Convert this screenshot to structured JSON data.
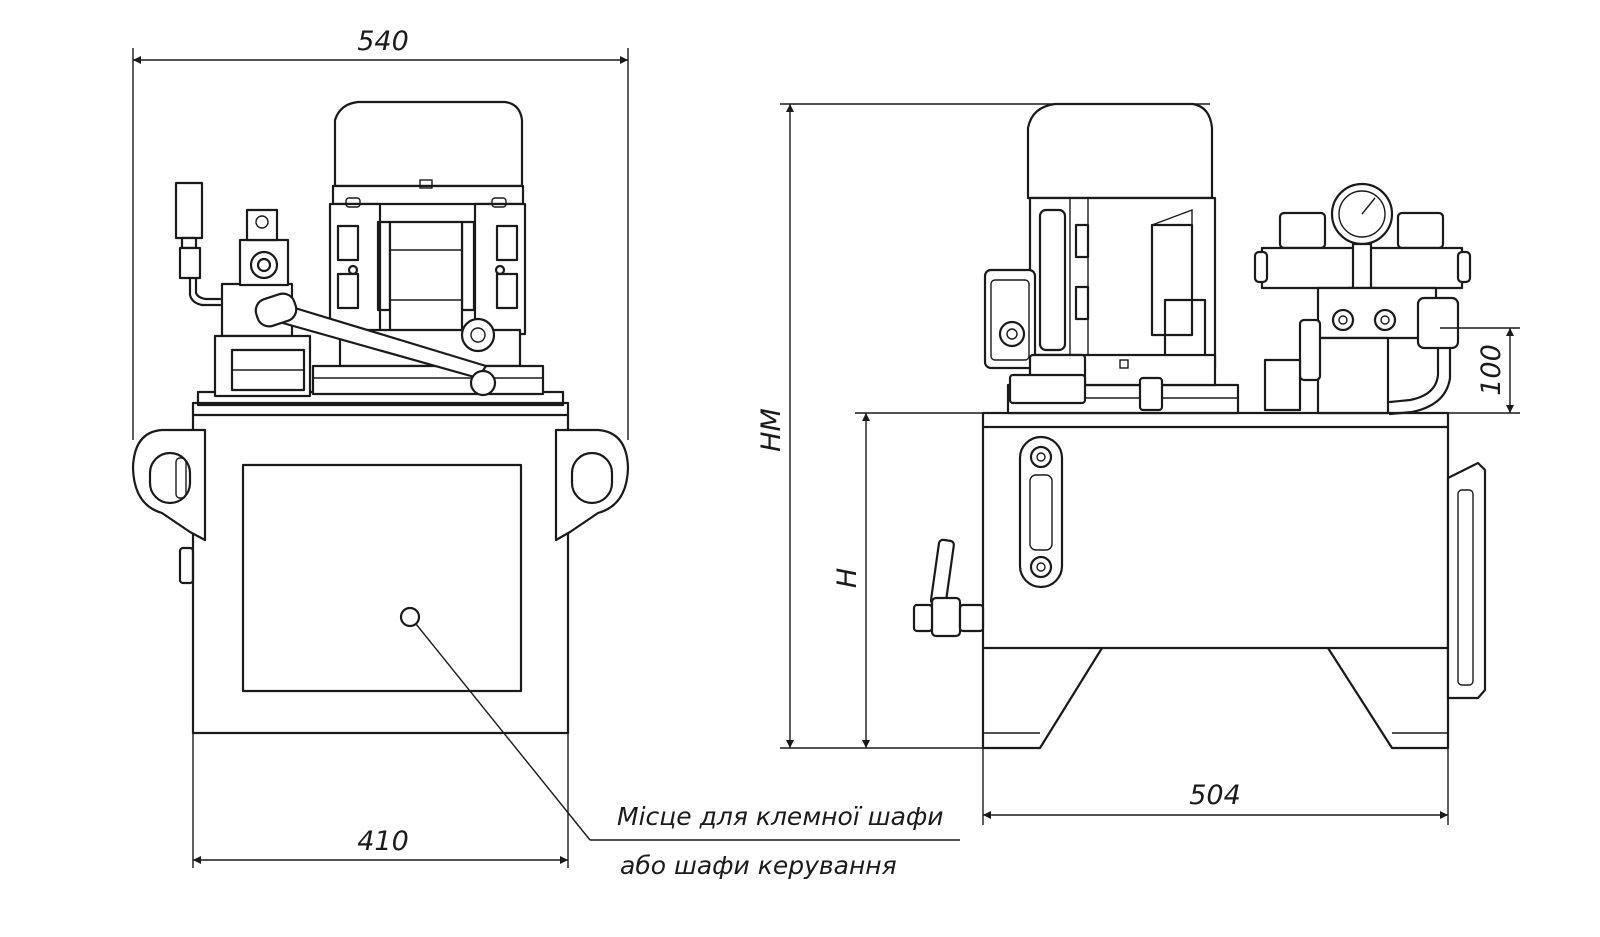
{
  "dimensions": {
    "overall_width_front": "540",
    "tank_width_front": "410",
    "tank_length_side": "504",
    "overall_height": "HM",
    "tank_height": "H",
    "valve_block_height": "100"
  },
  "callout": {
    "line1": "Місце для клемної шафи",
    "line2": "або шафи керування"
  },
  "views": [
    "front-view",
    "side-view"
  ]
}
